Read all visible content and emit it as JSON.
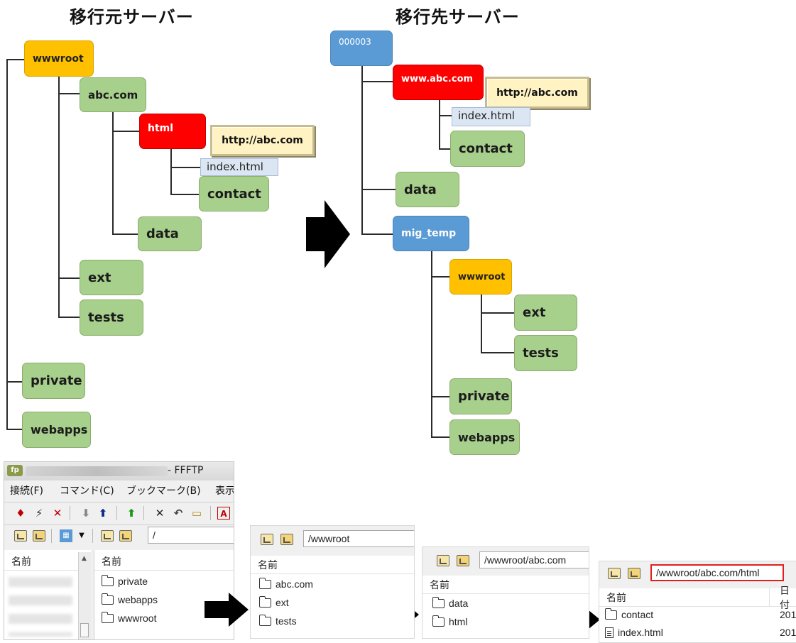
{
  "diagram": {
    "source_title": "移行元サーバー",
    "dest_title": "移行先サーバー",
    "source": {
      "root": "wwwroot",
      "abc": "abc.com",
      "html": "html",
      "url": "http://abc.com",
      "index": "index.html",
      "contact": "contact",
      "data": "data",
      "ext": "ext",
      "tests": "tests",
      "private": "private",
      "webapps": "webapps"
    },
    "dest": {
      "root": "000003",
      "www": "www.abc.com",
      "url": "http://abc.com",
      "index": "index.html",
      "contact": "contact",
      "data": "data",
      "mig_temp": "mig_temp",
      "wwwroot": "wwwroot",
      "ext": "ext",
      "tests": "tests",
      "private": "private",
      "webapps": "webapps"
    },
    "colors": {
      "green": "#a8d08d",
      "orange": "#ffc000",
      "red": "#ff0000",
      "blue": "#5b9bd5",
      "file": "#dce6f2",
      "url": "#fff3c4"
    }
  },
  "ffftp": {
    "window_title": "- FFFTP",
    "menu": [
      "接続(F)",
      "コマンド(C)",
      "ブックマーク(B)",
      "表示"
    ],
    "path": "/",
    "left_header": "名前",
    "right_header": "名前",
    "files": [
      "private",
      "webapps",
      "wwwroot"
    ]
  },
  "panel2": {
    "path": "/wwwroot",
    "header": "名前",
    "files": [
      "abc.com",
      "ext",
      "tests"
    ]
  },
  "panel3": {
    "path": "/wwwroot/abc.com",
    "header": "名前",
    "files": [
      "data",
      "html"
    ]
  },
  "panel4": {
    "path": "/wwwroot/abc.com/html",
    "header": "名前",
    "date_header": "日付",
    "files": [
      {
        "name": "contact",
        "type": "folder",
        "date": "201"
      },
      {
        "name": "index.html",
        "type": "file",
        "date": "201"
      }
    ]
  }
}
